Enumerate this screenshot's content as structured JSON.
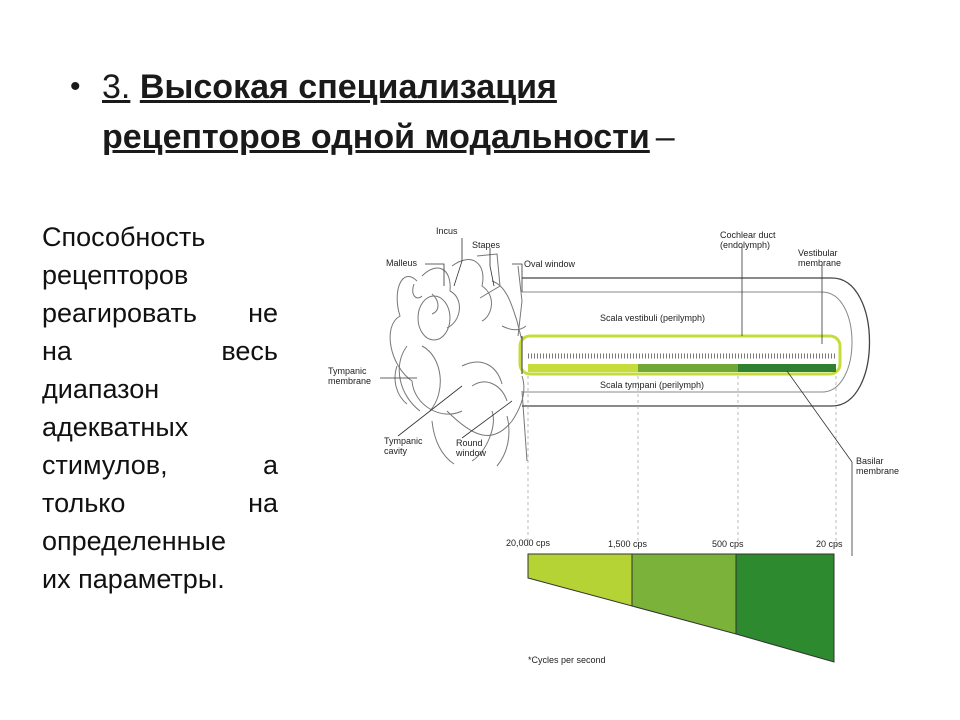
{
  "heading": {
    "bullet": "•",
    "number": "3.",
    "title_line1": "Высокая специализация",
    "title_line2": "рецепторов одной модальности",
    "dash": "–"
  },
  "body_text": {
    "lines": [
      [
        "Способность"
      ],
      [
        "рецепторов"
      ],
      [
        "реагировать",
        "не"
      ],
      [
        "на",
        "весь"
      ],
      [
        "диапазон"
      ],
      [
        "адекватных"
      ],
      [
        "стимулов,",
        "а"
      ],
      [
        "только",
        "на"
      ],
      [
        "определенные"
      ],
      [
        "их параметры."
      ]
    ]
  },
  "diagram": {
    "labels": {
      "incus": "Incus",
      "stapes": "Stapes",
      "malleus": "Malleus",
      "oval_window": "Oval window",
      "cochlear_duct_1": "Cochlear duct",
      "cochlear_duct_2": "(endolymph)",
      "vestibular_1": "Vestibular",
      "vestibular_2": "membrane",
      "scala_vestibuli": "Scala vestibuli (perilymph)",
      "scala_tympani": "Scala tympani (perilymph)",
      "tympanic_membrane_1": "Tympanic",
      "tympanic_membrane_2": "membrane",
      "tympanic_cavity_1": "Tympanic",
      "tympanic_cavity_2": "cavity",
      "round_window_1": "Round",
      "round_window_2": "window",
      "basilar_1": "Basilar",
      "basilar_2": "membrane",
      "freq_1": "20,000 cps",
      "freq_2": "1,500 cps",
      "freq_3": "500 cps",
      "freq_4": "20 cps",
      "footnote": "*Cycles per second"
    },
    "colors": {
      "band_high": "#b5d334",
      "band_mid": "#7bb33a",
      "band_low": "#2e8a2e",
      "membrane_light": "#c6dc3a",
      "membrane_dark": "#2f8030"
    }
  }
}
